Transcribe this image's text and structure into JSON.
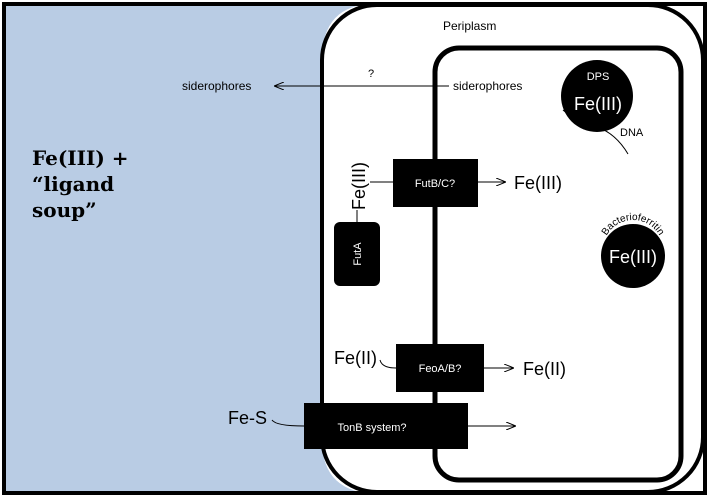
{
  "outer_medium": {
    "line1": "Fe(III) +",
    "line2": "“ligand",
    "line3": "soup”"
  },
  "labels": {
    "periplasm": "Periplasm",
    "siderophores_out": "siderophores",
    "siderophores_in": "siderophores",
    "question_mark": "?",
    "fe3_periplasm": "Fe(III)",
    "fe3_cytoplasm": "Fe(III)",
    "fe2_periplasm": "Fe(II)",
    "fe2_cytoplasm": "Fe(II)",
    "fes": "Fe-S"
  },
  "transporters": {
    "futbc": "FutB/C?",
    "futa": "FutA",
    "feoab": "FeoA/B?",
    "tonb": "TonB system?"
  },
  "storage": {
    "dps_label": "DPS",
    "dps_fe": "Fe(III)",
    "dna_label": "DNA",
    "bfr_label": "Bacterioferritin",
    "bfr_fe": "Fe(III)"
  },
  "colors": {
    "outside_fill": "#b9cce4",
    "stroke": "#000000",
    "box_fill": "#000000",
    "box_text": "#ffffff"
  }
}
